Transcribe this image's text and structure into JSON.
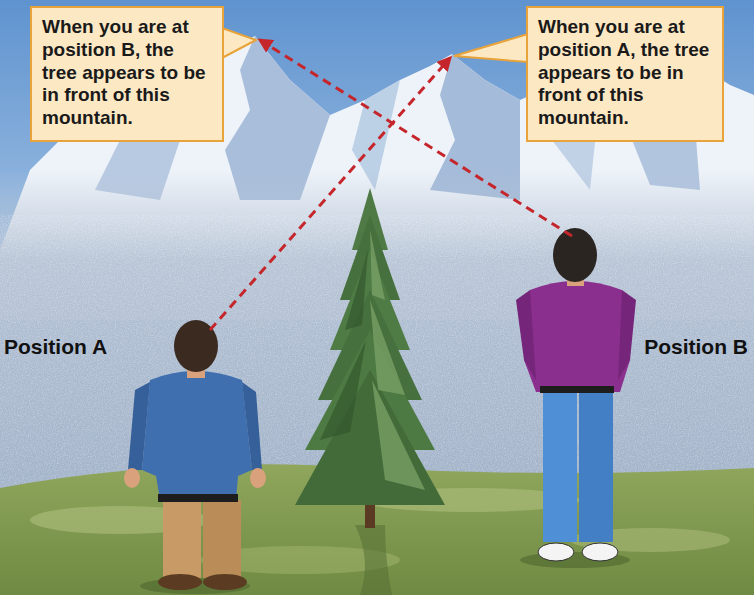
{
  "diagram": {
    "nodes": [
      {
        "text": [
          "When you are at position B, the tree appears to be in front of this mountain."
        ]
      },
      {
        "text": [
          "When you are at position A, the tree appears to be in front of this mountain."
        ]
      }
    ],
    "labels": [
      "Position A",
      "Position B"
    ]
  }
}
